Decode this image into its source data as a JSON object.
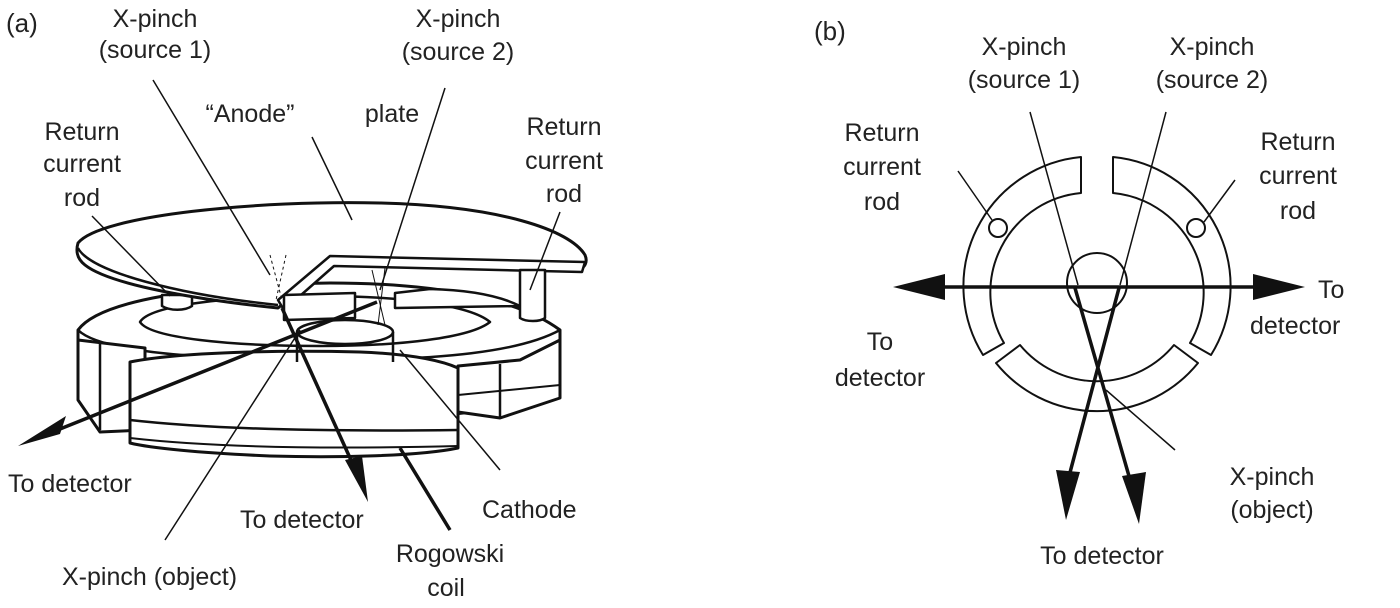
{
  "figure": {
    "panel_a": {
      "label": "(a)",
      "labels": {
        "source1_line1": "X-pinch",
        "source1_line2": "(source 1)",
        "source2_line1": "X-pinch",
        "source2_line2": "(source 2)",
        "anode_word": "“Anode”",
        "anode_plate": "plate",
        "return_left_1": "Return",
        "return_left_2": "current",
        "return_left_3": "rod",
        "return_right_1": "Return",
        "return_right_2": "current",
        "return_right_3": "rod",
        "to_detector_left": "To detector",
        "to_detector_center": "To detector",
        "object": "X-pinch (object)",
        "cathode": "Cathode",
        "rogowski_1": "Rogowski",
        "rogowski_2": "coil"
      }
    },
    "panel_b": {
      "label": "(b)",
      "labels": {
        "source1_line1": "X-pinch",
        "source1_line2": "(source 1)",
        "source2_line1": "X-pinch",
        "source2_line2": "(source 2)",
        "return_left_1": "Return",
        "return_left_2": "current",
        "return_left_3": "rod",
        "return_right_1": "Return",
        "return_right_2": "current",
        "return_right_3": "rod",
        "to_detector_right_1": "To",
        "to_detector_right_2": "detector",
        "to_detector_left_1": "To",
        "to_detector_left_2": "detector",
        "object_1": "X-pinch",
        "object_2": "(object)",
        "to_detector_bottom": "To detector"
      }
    }
  }
}
